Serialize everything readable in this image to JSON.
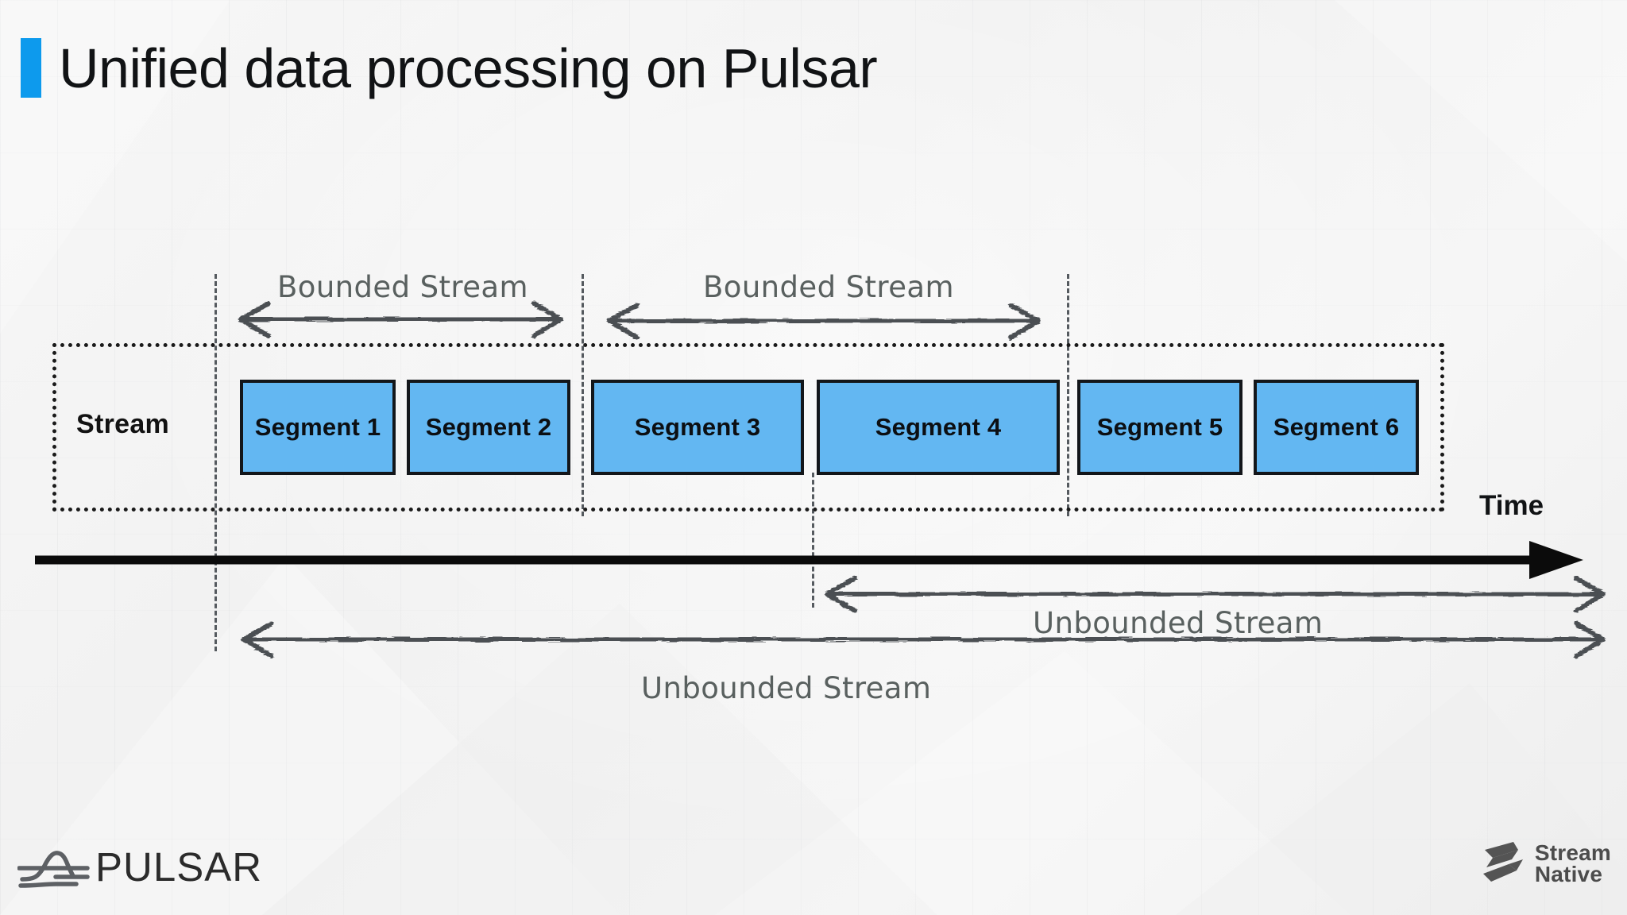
{
  "slide": {
    "title": "Unified data processing on Pulsar",
    "accent_color": "#0d9aed",
    "background_color": "#f4f4f4"
  },
  "diagram": {
    "stream_label": "Stream",
    "time_axis_label": "Time",
    "segment_fill_color": "#63b7f2",
    "segment_border_color": "#13161a",
    "segments": [
      {
        "label": "Segment 1"
      },
      {
        "label": "Segment 2"
      },
      {
        "label": "Segment 3"
      },
      {
        "label": "Segment 4"
      },
      {
        "label": "Segment 5"
      },
      {
        "label": "Segment 6"
      }
    ],
    "bounded_streams": [
      {
        "label": "Bounded Stream"
      },
      {
        "label": "Bounded Stream"
      }
    ],
    "unbounded_streams": [
      {
        "label": "Unbounded Stream"
      },
      {
        "label": "Unbounded Stream"
      }
    ]
  },
  "footer": {
    "pulsar_logo_text": "PULSAR",
    "streamnative_line1": "Stream",
    "streamnative_line2": "Native"
  }
}
